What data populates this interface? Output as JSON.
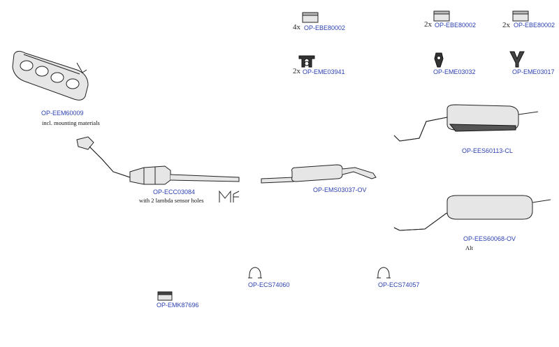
{
  "diagram": {
    "parts": {
      "manifold": {
        "code": "OP-EEM60009",
        "note": "incl. mounting materials"
      },
      "catalyst": {
        "code": "OP-ECC03084",
        "note": "with 2 lambda sensor holes"
      },
      "middle_silencer": {
        "code": "OP-EMS03037-OV"
      },
      "rear_silencer_1": {
        "code": "OP-EES60113-CL"
      },
      "rear_silencer_2": {
        "code": "OP-EES60068-OV",
        "note": "Alt"
      },
      "clamp_1": {
        "code": "OP-ECS74060"
      },
      "clamp_2": {
        "code": "OP-ECS74057"
      },
      "mounting_kit": {
        "code": "OP-EMK87696"
      },
      "bag_1": {
        "qty": "4x",
        "code": "OP-EBE80002"
      },
      "bag_2": {
        "qty": "2x",
        "code": "OP-EBE80002"
      },
      "bag_3": {
        "qty": "2x",
        "code": "OP-EBE80002"
      },
      "hanger_1": {
        "qty": "2x",
        "code": "OP-EME03941"
      },
      "hanger_2": {
        "code": "OP-EME03032"
      },
      "hanger_3": {
        "code": "OP-EME03017"
      }
    }
  }
}
